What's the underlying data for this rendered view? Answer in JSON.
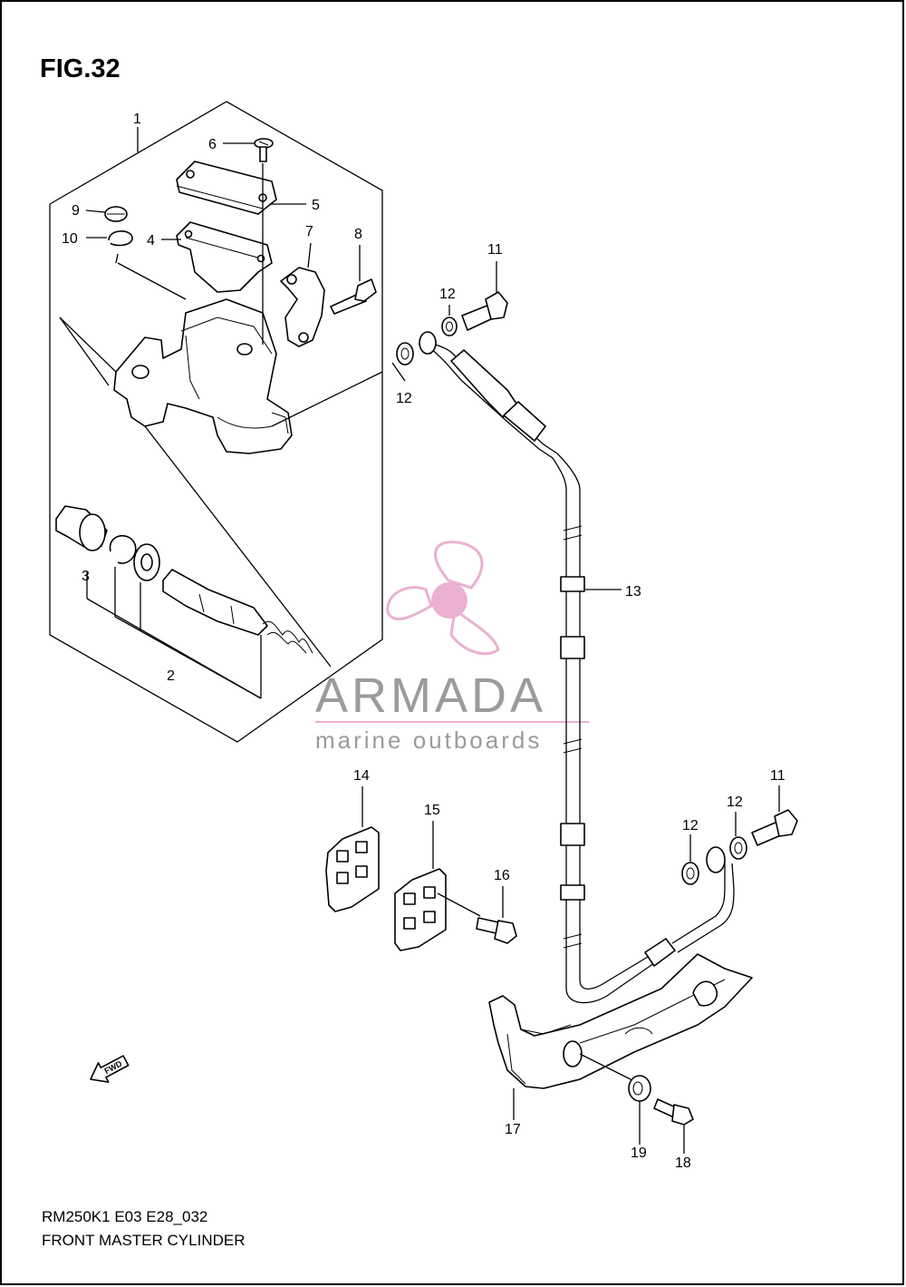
{
  "figure": {
    "title": "FIG.32",
    "model_code": "RM250K1 E03 E28_032",
    "name": "FRONT MASTER CYLINDER"
  },
  "callouts": [
    {
      "id": "c1",
      "label": "1"
    },
    {
      "id": "c2",
      "label": "2"
    },
    {
      "id": "c3",
      "label": "3"
    },
    {
      "id": "c4",
      "label": "4"
    },
    {
      "id": "c5",
      "label": "5"
    },
    {
      "id": "c6",
      "label": "6"
    },
    {
      "id": "c7",
      "label": "7"
    },
    {
      "id": "c8",
      "label": "8"
    },
    {
      "id": "c9",
      "label": "9"
    },
    {
      "id": "c10",
      "label": "10"
    },
    {
      "id": "c11a",
      "label": "11"
    },
    {
      "id": "c12a",
      "label": "12"
    },
    {
      "id": "c12b",
      "label": "12"
    },
    {
      "id": "c13",
      "label": "13"
    },
    {
      "id": "c14",
      "label": "14"
    },
    {
      "id": "c15",
      "label": "15"
    },
    {
      "id": "c16",
      "label": "16"
    },
    {
      "id": "c11b",
      "label": "11"
    },
    {
      "id": "c12c",
      "label": "12"
    },
    {
      "id": "c12d",
      "label": "12"
    },
    {
      "id": "c17",
      "label": "17"
    },
    {
      "id": "c19",
      "label": "19"
    },
    {
      "id": "c18",
      "label": "18"
    }
  ],
  "fwd_arrow": {
    "label": "FWD",
    "icon": "forward-arrow-icon"
  },
  "watermark": {
    "brand": "ARMADA",
    "tagline": "marine outboards",
    "colors": {
      "logo": "#e8a3c9",
      "text": "#8a8a8a"
    }
  },
  "colors": {
    "border": "#000000",
    "background": "#ffffff"
  }
}
